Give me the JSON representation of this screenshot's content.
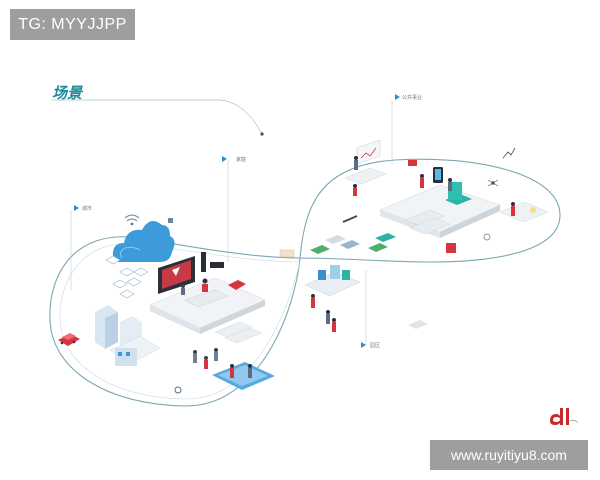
{
  "watermark_top": "TG: MYYJJPP",
  "watermark_bottom": "www.ruyitiyu8.com",
  "title": "场景",
  "labels": {
    "city": "城市",
    "home": "家庭",
    "public": "公共事业",
    "campus": "园区"
  },
  "colors": {
    "title": "#1e8a9a",
    "path": "#5a8f9c",
    "accent_red": "#d8343f",
    "accent_blue": "#2d8fd0",
    "accent_teal": "#2bb3a3",
    "watermark_bg": "#9e9e9e"
  }
}
